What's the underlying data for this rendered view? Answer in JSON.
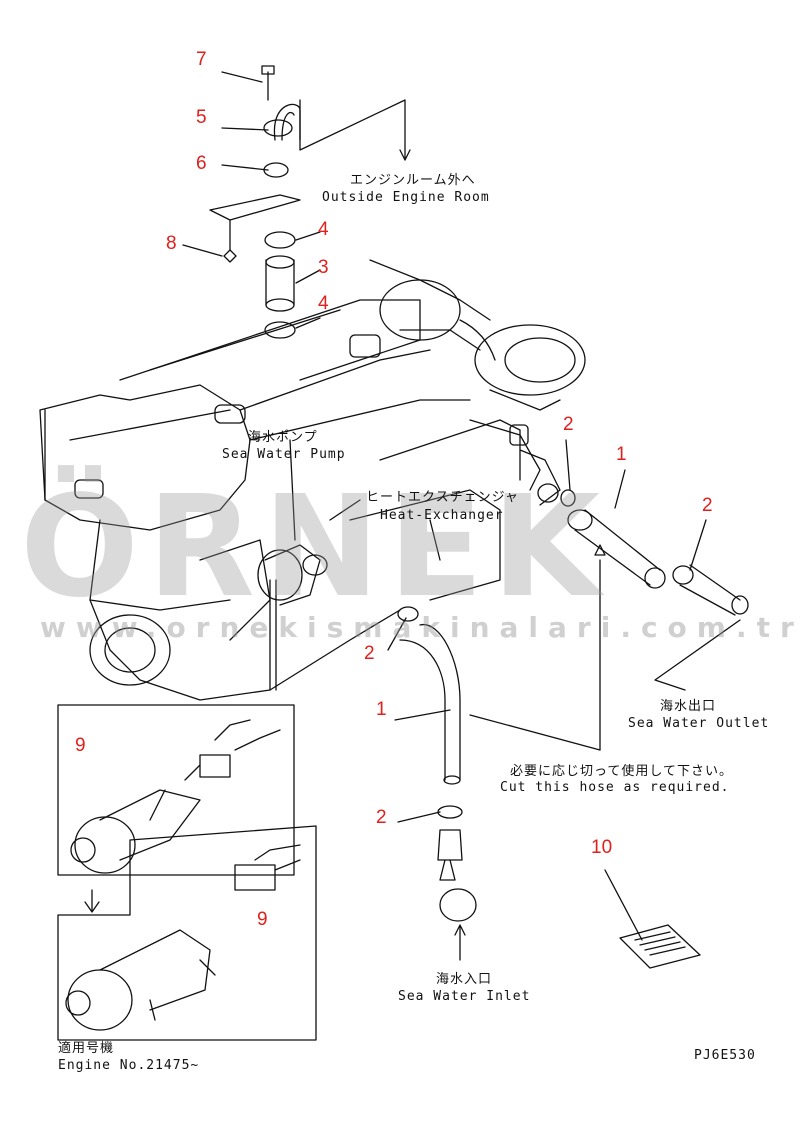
{
  "watermark": {
    "brand": "ÖRNEK",
    "url": "www.ornekismakinalari.com.tr"
  },
  "labels": {
    "outside_jp": "エンジンルーム外へ",
    "outside_en": "Outside Engine Room",
    "pump_jp": "海水ポンプ",
    "pump_en": "Sea Water Pump",
    "hx_jp": "ヒートエクスチェンジャ",
    "hx_en": "Heat-Exchanger",
    "outlet_jp": "海水出口",
    "outlet_en": "Sea Water Outlet",
    "cut_jp": "必要に応じ切って使用して下さい。",
    "cut_en": "Cut this hose as required.",
    "inlet_jp": "海水入口",
    "inlet_en": "Sea Water Inlet",
    "applic_jp": "適用号機",
    "applic_en": "Engine No.21475~",
    "code": "PJ6E530"
  },
  "parts": [
    "1",
    "1",
    "2",
    "2",
    "2",
    "2",
    "3",
    "4",
    "4",
    "5",
    "6",
    "7",
    "8",
    "9",
    "9",
    "10"
  ],
  "colors": {
    "callout": "#e0201c",
    "line": "#111111"
  }
}
